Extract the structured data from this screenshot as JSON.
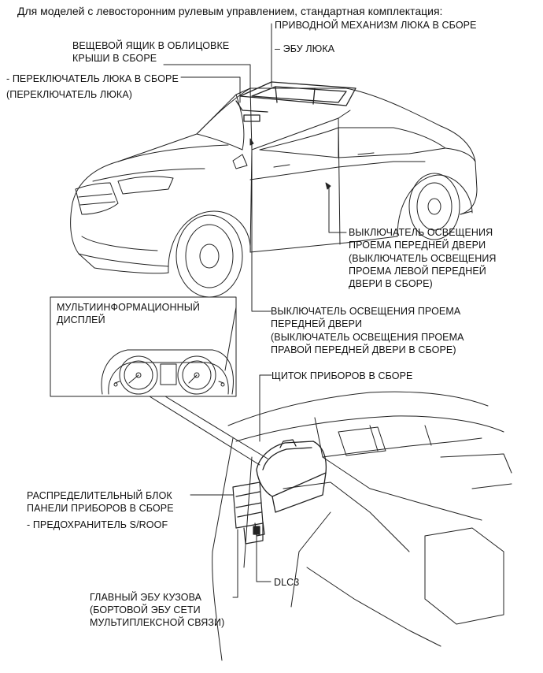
{
  "title": "Для моделей с левосторонним рулевым управлением, стандартная комплектация:",
  "labels": {
    "sunroof_drive": "ПРИВОДНОЙ МЕХАНИЗМ ЛЮКА В СБОРЕ",
    "sunroof_ecu": "– ЭБУ ЛЮКА",
    "roof_box_1": "ВЕЩЕВОЙ ЯЩИК В ОБЛИЦОВКЕ",
    "roof_box_2": "КРЫШИ В СБОРЕ",
    "sunroof_switch": "- ПЕРЕКЛЮЧАТЕЛЬ ЛЮКА В СБОРЕ",
    "sunroof_switch_sub": "(ПЕРЕКЛЮЧАТЕЛЬ ЛЮКА)",
    "courtesy_lh_1": "ВЫКЛЮЧАТЕЛЬ ОСВЕЩЕНИЯ",
    "courtesy_lh_2": "ПРОЕМА ПЕРЕДНЕЙ ДВЕРИ",
    "courtesy_lh_3": "(ВЫКЛЮЧАТЕЛЬ ОСВЕЩЕНИЯ",
    "courtesy_lh_4": "ПРОЕМА ЛЕВОЙ ПЕРЕДНЕЙ",
    "courtesy_lh_5": "ДВЕРИ В СБОРЕ)",
    "multi_display_1": "МУЛЬТИИНФОРМАЦИОННЫЙ",
    "multi_display_2": "ДИСПЛЕЙ",
    "courtesy_rh_1": "ВЫКЛЮЧАТЕЛЬ ОСВЕЩЕНИЯ ПРОЕМА",
    "courtesy_rh_2": "ПЕРЕДНЕЙ ДВЕРИ",
    "courtesy_rh_3": "(ВЫКЛЮЧАТЕЛЬ ОСВЕЩЕНИЯ ПРОЕМА",
    "courtesy_rh_4": "ПРАВОЙ ПЕРЕДНЕЙ ДВЕРИ В СБОРЕ)",
    "meter": "ЩИТОК ПРИБОРОВ В СБОРЕ",
    "junction_1": "РАСПРЕДЕЛИТЕЛЬНЫЙ БЛОК",
    "junction_2": "ПАНЕЛИ ПРИБОРОВ В СБОРЕ",
    "fuse": "- ПРЕДОХРАНИТЕЛЬ S/ROOF",
    "dlc3": "DLC3",
    "main_body_1": "ГЛАВНЫЙ ЭБУ КУЗОВА",
    "main_body_2": "(БОРТОВОЙ ЭБУ СЕТИ",
    "main_body_3": "МУЛЬТИПЛЕКСНОЙ СВЯЗИ)"
  }
}
